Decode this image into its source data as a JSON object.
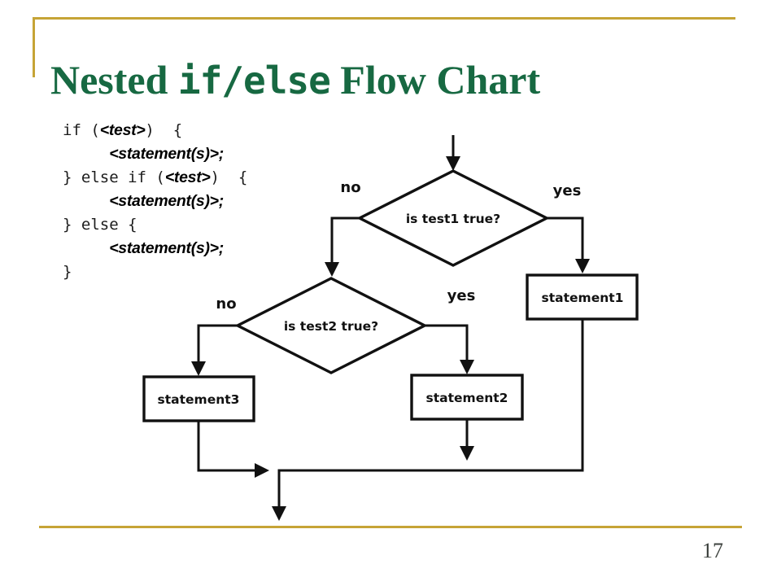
{
  "colors": {
    "accent_gold": "#C6A436",
    "title_green": "#176942",
    "diagram_black": "#111111"
  },
  "title": {
    "prefix": "Nested ",
    "code": "if/else",
    "suffix": " Flow Chart"
  },
  "page_number": "17",
  "code": {
    "line1": {
      "m1": "if (",
      "b1": "<test>",
      "m2": ")  {"
    },
    "line2": {
      "indent": "     ",
      "b1": "<statement(s)>;"
    },
    "line3": {
      "m1": "} else if (",
      "b1": "<test>",
      "m2": ")  {"
    },
    "line4": {
      "indent": "     ",
      "b1": "<statement(s)>;"
    },
    "line5": {
      "m1": "} else {"
    },
    "line6": {
      "indent": "     ",
      "b1": "<statement(s)>;"
    },
    "line7": {
      "m1": "}"
    }
  },
  "flowchart": {
    "decision1": {
      "label": "is test1 true?",
      "no": "no",
      "yes": "yes"
    },
    "decision2": {
      "label": "is test2 true?",
      "no": "no",
      "yes": "yes"
    },
    "statement1": "statement1",
    "statement2": "statement2",
    "statement3": "statement3"
  }
}
